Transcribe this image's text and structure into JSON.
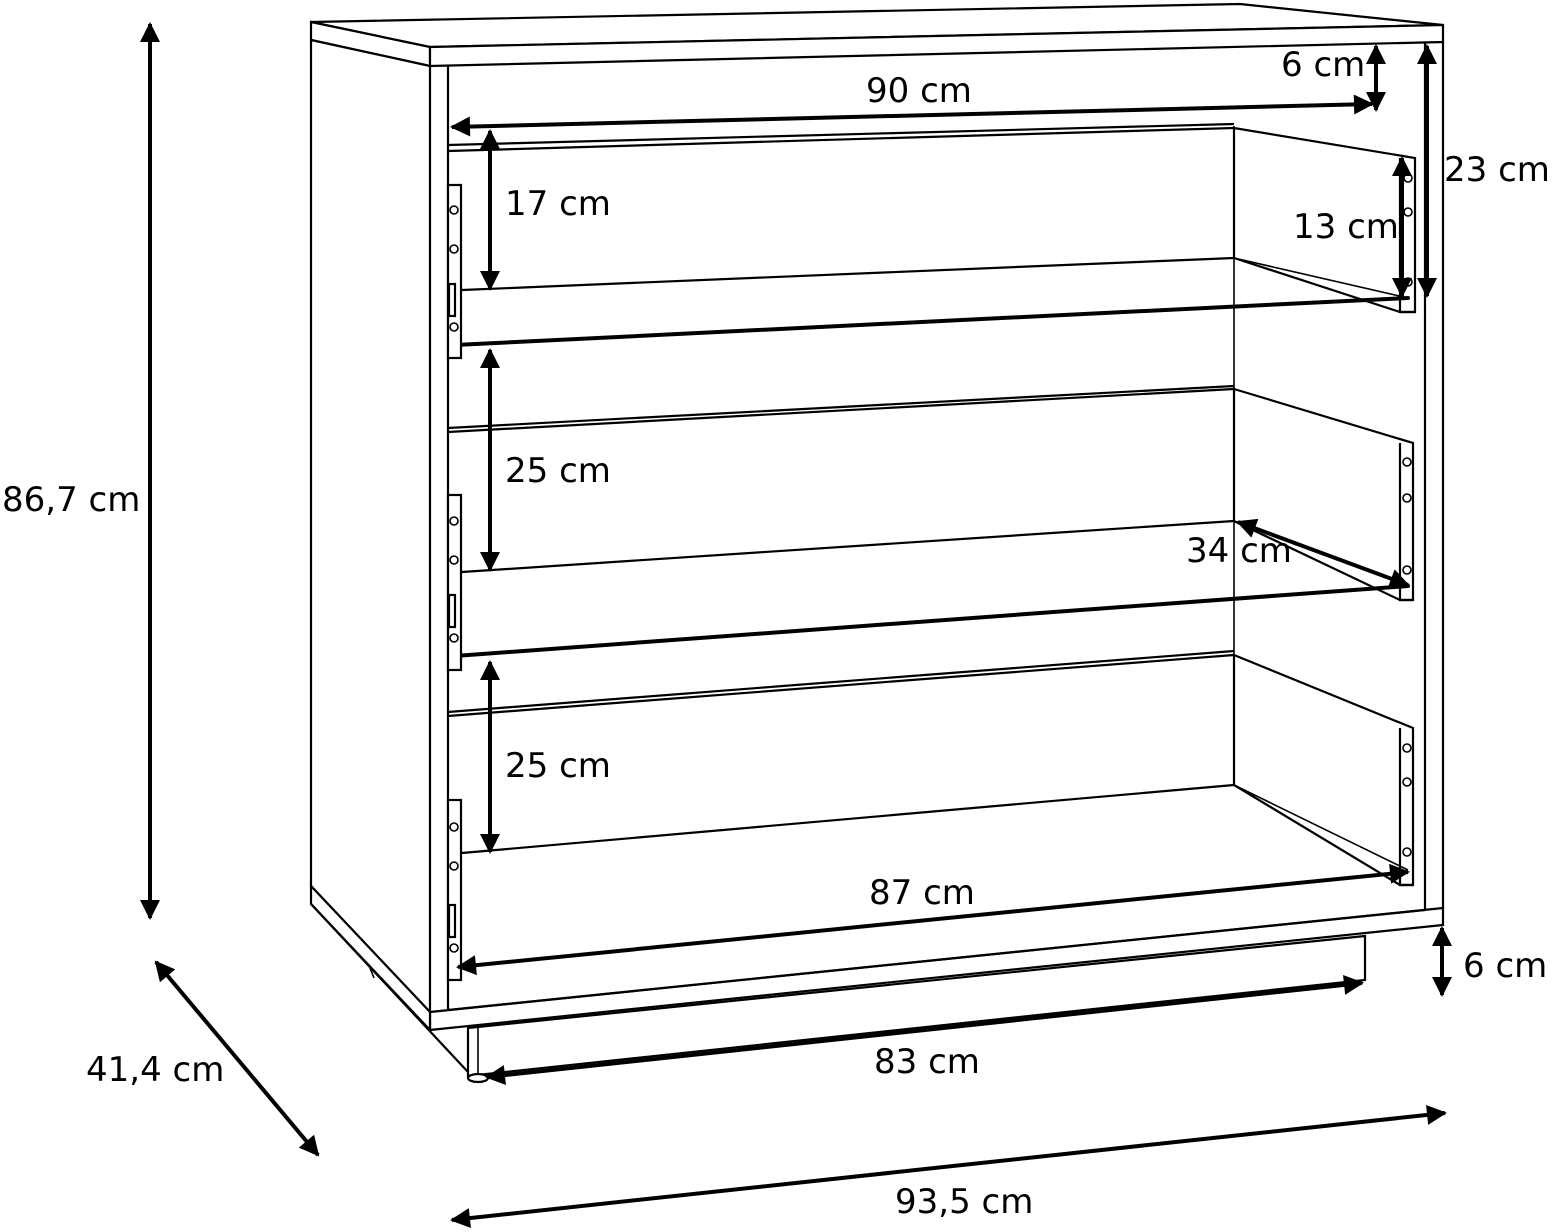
{
  "diagram": {
    "subject": "Chest of drawers with 3 drawers (technical dimension drawing)",
    "line_color": "#000000",
    "background": "#ffffff",
    "dimensions": {
      "overall_height": "86,7 cm",
      "overall_width": "93,5 cm",
      "overall_depth": "41,4 cm",
      "inner_width": "90 cm",
      "top_gap": "6 cm",
      "top_drawer_front_height": "23 cm",
      "top_drawer_inner_height": "17 cm",
      "top_drawer_side_height": "13 cm",
      "middle_drawer_inner_height": "25 cm",
      "bottom_drawer_inner_height": "25 cm",
      "drawer_depth": "34 cm",
      "drawer_inner_width": "87 cm",
      "plinth_height": "6 cm",
      "plinth_width": "83 cm"
    }
  }
}
